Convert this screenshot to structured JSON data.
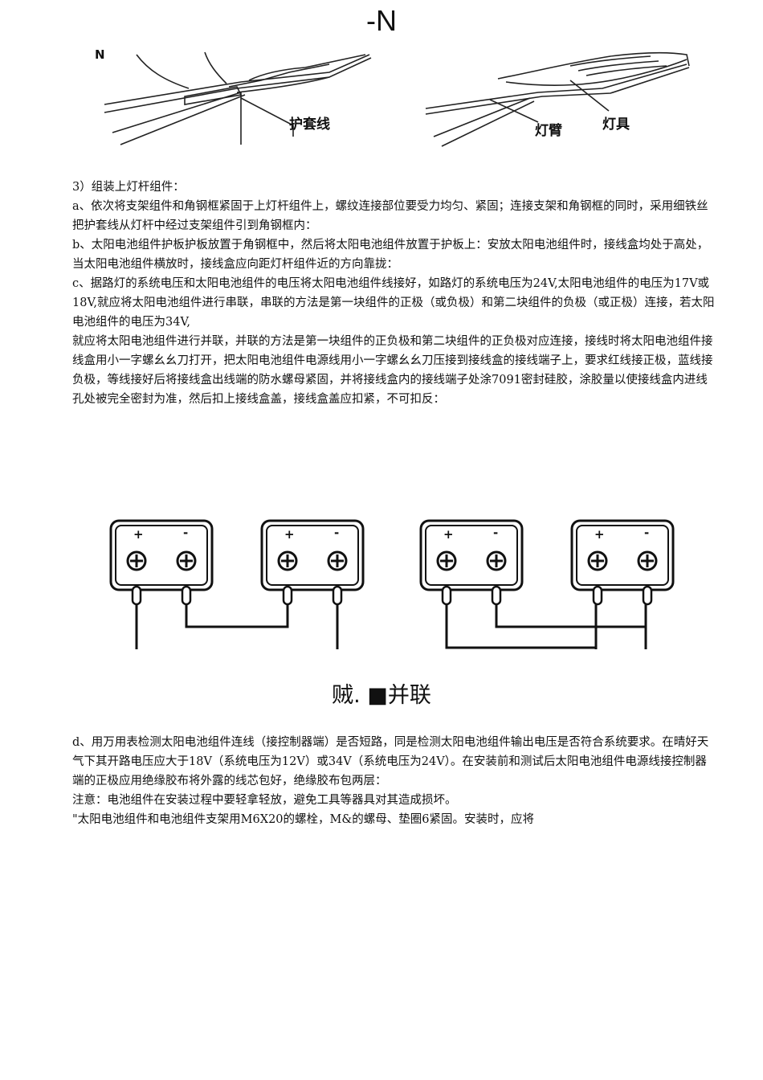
{
  "header": "-N",
  "top_figure": {
    "left_partial_label": "N",
    "left_label": "护套线",
    "right_label_arm": "灯臂",
    "right_label_lamp": "灯具"
  },
  "paragraphs_1": [
    "3）组装上灯杆组件：",
    "a、依次将支架组件和角钢框紧固于上灯杆组件上，螺纹连接部位要受力均匀、紧固；连接支架和角钢框的同时，采用细铁丝把护套线从灯杆中经过支架组件引到角钢框内：",
    "b、太阳电池组件护板护板放置于角钢框中，然后将太阳电池组件放置于护板上：安放太阳电池组件时，接线盒均处于高处，当太阳电池组件横放时，接线盒应向距灯杆组件近的方向靠拢：",
    "c、据路灯的系统电压和太阳电池组件的电压将太阳电池组件线接好，如路灯的系统电压为24V,太阳电池组件的电压为17V或18V,就应将太阳电池组件进行串联，串联的方法是第一块组件的正极（或负极）和第二块组件的负极（或正极）连接，若太阳电池组件的电压为34V,",
    "就应将太阳电池组件进行并联，并联的方法是第一块组件的正负极和第二块组件的正负极对应连接，接线时将太阳电池组件接线盒用小一字螺幺幺刀打开，把太阳电池组件电源线用小一字螺幺幺刀压接到接线盒的接线端子上，要求红线接正极，蓝线接负极，等线接好后将接线盒出线端的防水螺母紧固，并将接线盒内的接线端子处涂7091密封硅胶，涂胶量以使接线盒内进线孔处被完全密封为准，然后扣上接线盒盖，接线盒盖应扣紧，不可扣反："
  ],
  "circuit": {
    "plus_symbol": "+",
    "minus_symbol": "-"
  },
  "caption": "贼. ■并联",
  "paragraphs_2": [
    "d、用万用表检测太阳电池组件连线（接控制器端）是否短路，同是检测太阳电池组件输出电压是否符合系统要求。在晴好天气下其开路电压应大于18V（系统电压为12V）或34V（系统电压为24V）。在安装前和测试后太阳电池组件电源线接控制器端的正极应用绝缘胶布将外露的线芯包好，绝缘胶布包两层：",
    "注意：电池组件在安装过程中要轻拿轻放，避免工具等器具对其造成损坏。",
    "\"太阳电池组件和电池组件支架用M6X20的螺栓，M&的螺母、垫圈6紧固。安装时，应将"
  ]
}
